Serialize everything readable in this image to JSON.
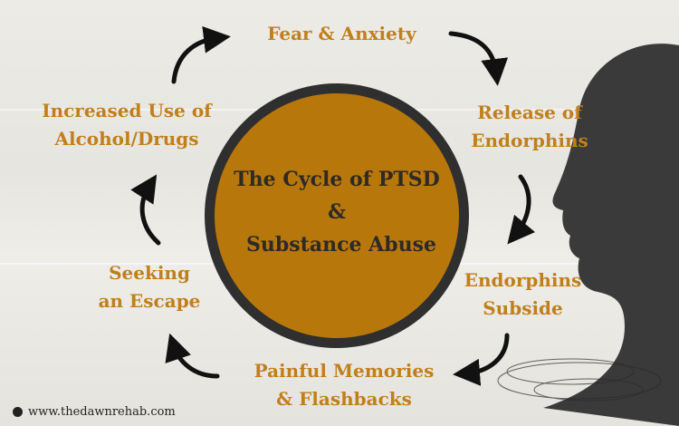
{
  "title": {
    "line1": "The Cycle of PTSD",
    "line2": "&",
    "line3": "Substance Abuse"
  },
  "steps": [
    {
      "line1": "Fear & Anxiety"
    },
    {
      "line1": "Release of",
      "line2": "Endorphins"
    },
    {
      "line1": "Endorphins",
      "line2": "Subside"
    },
    {
      "line1": "Painful Memories",
      "line2": "& Flashbacks"
    },
    {
      "line1": "Seeking",
      "line2": "an Escape"
    },
    {
      "line1": "Increased Use of",
      "line2": "Alcohol/Drugs"
    }
  ],
  "footer": {
    "url": "www.thedawnrehab.com",
    "icon": "globe-icon"
  },
  "colors": {
    "accent": "#c17f1c",
    "circle": "#b8770b",
    "ring": "#2f2f2f"
  }
}
